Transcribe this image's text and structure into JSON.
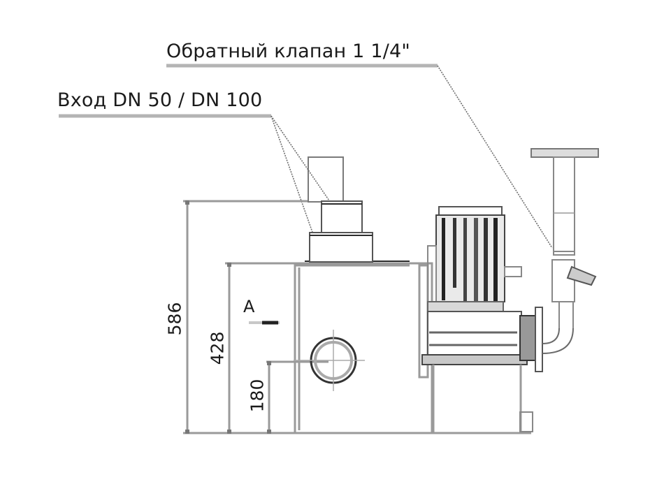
{
  "callouts": {
    "check_valve": "Обратный клапан 1  1/4\"",
    "inlet": "Вход  DN 50 / DN 100"
  },
  "dimensions": {
    "overall_height": "586",
    "tank_height": "428",
    "inlet_height": "180"
  },
  "view_marker": "A",
  "colors": {
    "text": "#1a1a1a",
    "line_light": "#9a9a9a",
    "line_dark": "#2c2c2c"
  }
}
